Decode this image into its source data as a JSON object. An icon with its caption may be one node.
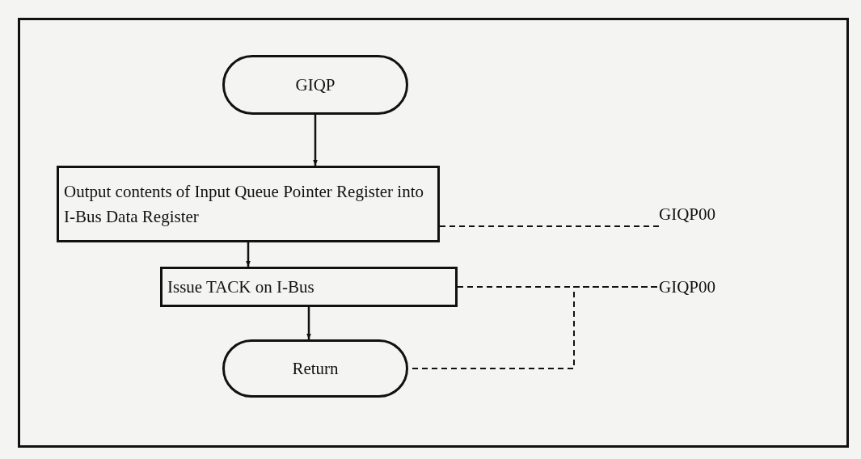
{
  "diagram": {
    "nodes": [
      {
        "text": [
          "GIQP"
        ]
      },
      {
        "text": [
          "Output contents of Input Queue Pointer Register into I-Bus Data Register"
        ]
      },
      {
        "text": [
          "Issue TACK on I-Bus"
        ]
      },
      {
        "text": [
          "Return"
        ]
      },
      {
        "text": [
          "GIQP00"
        ]
      },
      {
        "text": [
          "GIQP00"
        ]
      }
    ],
    "edges": [
      {
        "from": 0,
        "to": 1,
        "arrow": "to"
      },
      {
        "from": 1,
        "to": 2,
        "arrow": "to"
      },
      {
        "from": 2,
        "to": 3,
        "arrow": "to"
      },
      {
        "from": 1,
        "to": 4,
        "arrow": "none",
        "style": "dashed"
      },
      {
        "from": 2,
        "to": 5,
        "arrow": "none",
        "style": "dashed"
      },
      {
        "from": 3,
        "to": 5,
        "arrow": "none",
        "style": "dashed"
      }
    ]
  }
}
